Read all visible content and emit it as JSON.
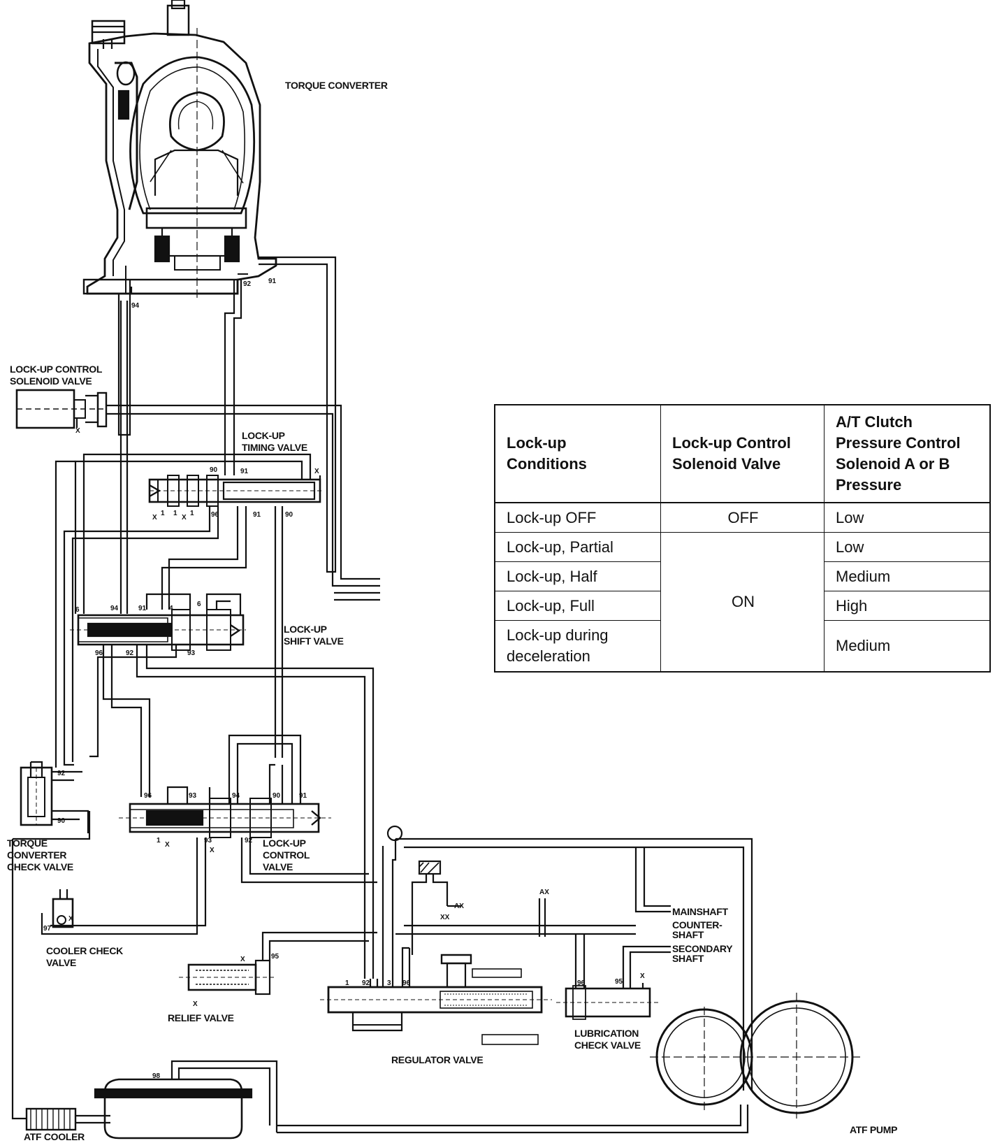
{
  "labels": {
    "torque_converter": "TORQUE CONVERTER",
    "lockup_solenoid": "LOCK-UP CONTROL\nSOLENOID VALVE",
    "lockup_timing_valve": "LOCK-UP\nTIMING VALVE",
    "lockup_shift_valve": "LOCK-UP\nSHIFT VALVE",
    "torque_converter_check_valve": "TORQUE\nCONVERTER\nCHECK VALVE",
    "lockup_control_valve": "LOCK-UP\nCONTROL\nVALVE",
    "cooler_check_valve": "COOLER CHECK\nVALVE",
    "relief_valve": "RELIEF VALVE",
    "regulator_valve": "REGULATOR VALVE",
    "lubrication_check_valve": "LUBRICATION\nCHECK VALVE",
    "mainshaft": "MAINSHAFT",
    "countershaft": "COUNTER-\nSHAFT",
    "secondary_shaft": "SECONDARY\nSHAFT",
    "atf_cooler": "ATF COOLER",
    "atf_pump": "ATF PUMP"
  },
  "ports": {
    "p92": "92",
    "p91": "91",
    "p94": "94",
    "x_sol": "X",
    "p90a": "90",
    "p91a": "91",
    "xa": "X",
    "x1": "X",
    "p1a": "1",
    "p1b": "1",
    "x2": "X",
    "p1c": "1",
    "p96a": "96",
    "p91b": "91",
    "p90b": "90",
    "p6": "6",
    "p94b": "94",
    "p91c": "91",
    "p4": "4",
    "p6b": "6",
    "p96b": "96",
    "p92b": "92",
    "p93": "93",
    "p92c": "92",
    "p90c": "90",
    "p96c": "96",
    "p93b": "93",
    "p94c": "94",
    "p90d": "90",
    "p91d": "91",
    "p1d": "1",
    "x3": "X",
    "p93c": "93",
    "x4": "X",
    "p92d": "92",
    "x5": "X",
    "p97": "97",
    "x6": "X",
    "p95": "95",
    "x7": "X",
    "ax1": "AX",
    "ax2": "AX",
    "xx": "XX",
    "p1e": "1",
    "p92e": "92",
    "p3": "3",
    "p96d": "96",
    "p96e": "96",
    "p95b": "95",
    "x8": "X",
    "p98": "98"
  },
  "table": {
    "headers": [
      "Lock-up\nConditions",
      "Lock-up Control\nSolenoid Valve",
      "A/T Clutch\nPressure Control\nSolenoid A or B\nPressure"
    ],
    "rows": [
      {
        "condition": "Lock-up OFF",
        "solenoid": "OFF",
        "pressure": "Low"
      },
      {
        "condition": "Lock-up, Partial",
        "solenoid": "ON",
        "pressure": "Low"
      },
      {
        "condition": "Lock-up, Half",
        "pressure": "Medium"
      },
      {
        "condition": "Lock-up, Full",
        "pressure": "High"
      },
      {
        "condition": "Lock-up during\ndeceleration",
        "pressure": "Medium"
      }
    ]
  }
}
